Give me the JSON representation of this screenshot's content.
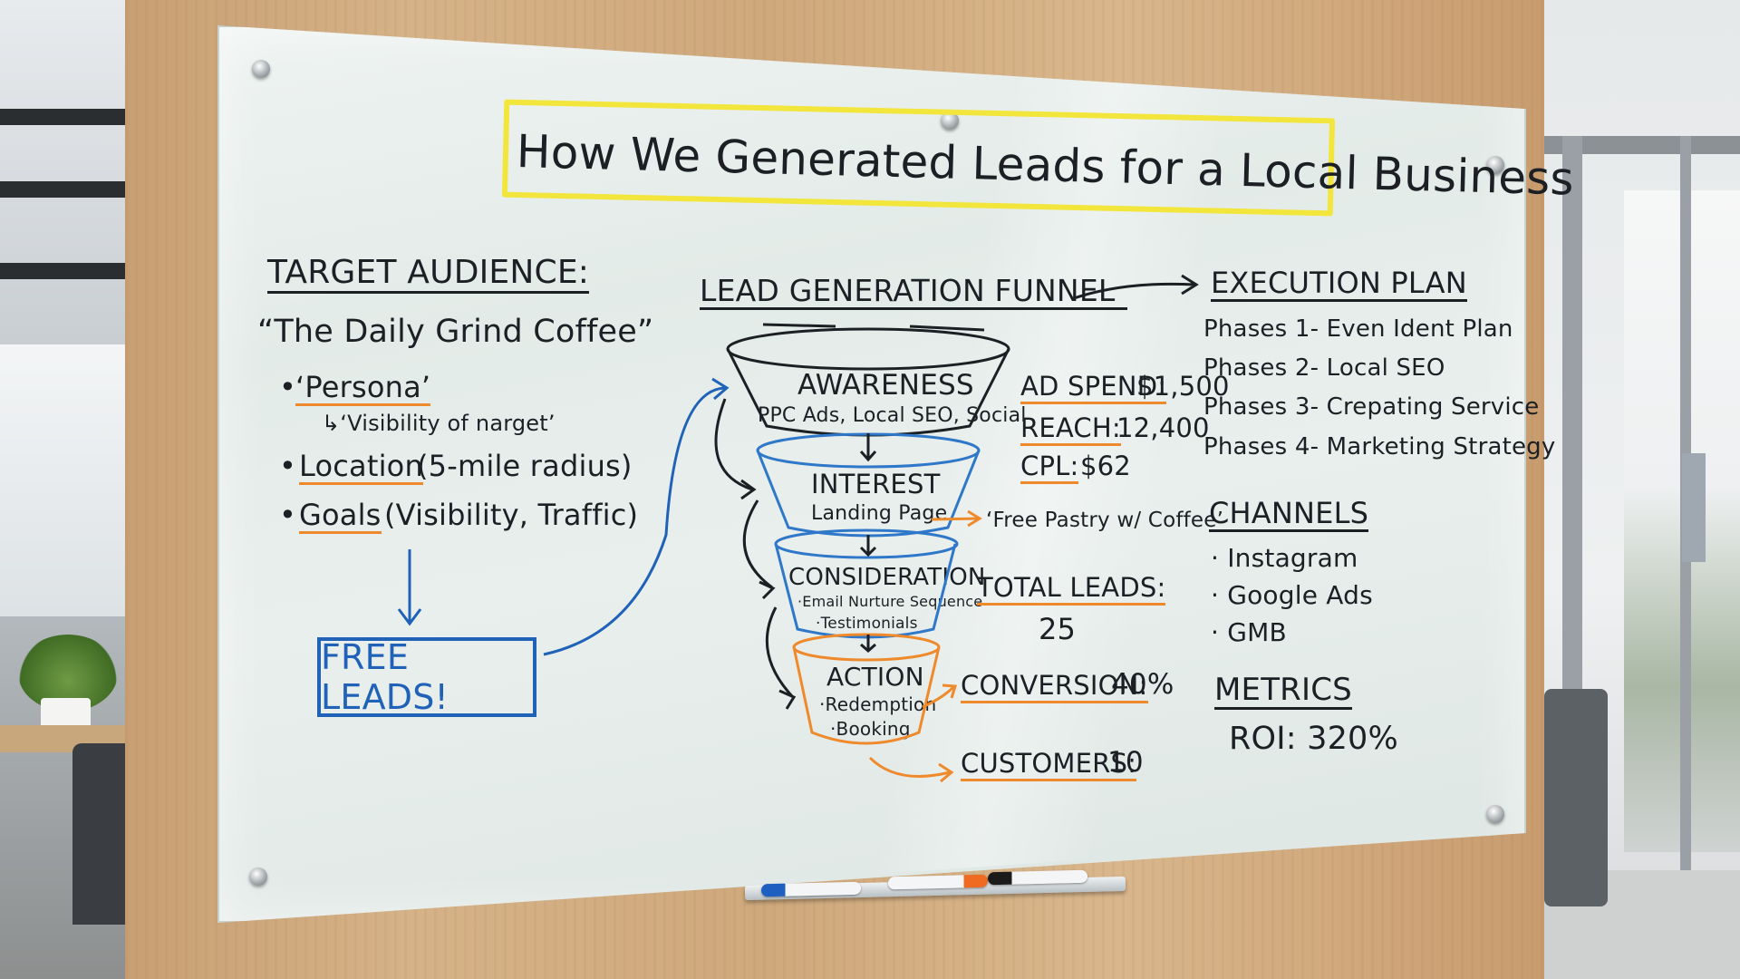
{
  "board": {
    "title": "How We Generated Leads for a Local Business",
    "target_audience": {
      "heading": "TARGET AUDIENCE:",
      "business": "“The Daily Grind Coffee”",
      "persona_bullet": "•",
      "persona": "‘Persona’",
      "persona_note": "↳‘Visibility of narget’",
      "location_bullet": "•",
      "location_label": "Location",
      "location_detail": "(5-mile radius)",
      "goals_bullet": "•",
      "goals_label": "Goals",
      "goals_detail": "(Visibility, Traffic)"
    },
    "free_leads": "FREE LEADS!",
    "funnel": {
      "heading": "LEAD GENERATION FUNNEL",
      "stages": [
        {
          "name": "AWARENESS",
          "detail": "PPC Ads, Local SEO, Social",
          "color": "#1c1f24"
        },
        {
          "name": "INTEREST",
          "detail": "Landing Page",
          "color": "#2f78c9"
        },
        {
          "name": "CONSIDERATION",
          "detail_1": "·Email Nurture Sequence",
          "detail_2": "·Testimonials",
          "color": "#2f78c9"
        },
        {
          "name": "ACTION",
          "detail_1": "·Redemption",
          "detail_2": "·Booking",
          "color": "#ef8a2c"
        }
      ],
      "offer": "‘Free Pastry w/ Coffee’"
    },
    "stats": {
      "ad_spend_label": "AD SPEND:",
      "ad_spend_value": "$1,500",
      "reach_label": "REACH:",
      "reach_value": "12,400",
      "cpl_label": "CPL:",
      "cpl_value": "$62",
      "total_leads_label": "TOTAL LEADS:",
      "total_leads_value": "25",
      "conversion_label": "CONVERSION:",
      "conversion_value": "40%",
      "customers_label": "CUSTOMERS:",
      "customers_value": "10"
    },
    "execution_plan": {
      "heading": "EXECUTION PLAN",
      "phases": [
        "Phases 1- Even Ident Plan",
        "Phases 2- Local SEO",
        "Phases 3- Crepating Service",
        "Phases 4- Marketing Strategy"
      ]
    },
    "channels": {
      "heading": "CHANNELS",
      "items": [
        "· Instagram",
        "· Google Ads",
        "· GMB"
      ]
    },
    "metrics": {
      "heading": "METRICS",
      "roi": "ROI: 320%"
    }
  },
  "markers": [
    {
      "color": "blue",
      "cap_color": "#1f5fbf"
    },
    {
      "color": "orange",
      "cap_color": "#ef6b22"
    },
    {
      "color": "black",
      "cap_color": "#1b1b1b"
    }
  ]
}
